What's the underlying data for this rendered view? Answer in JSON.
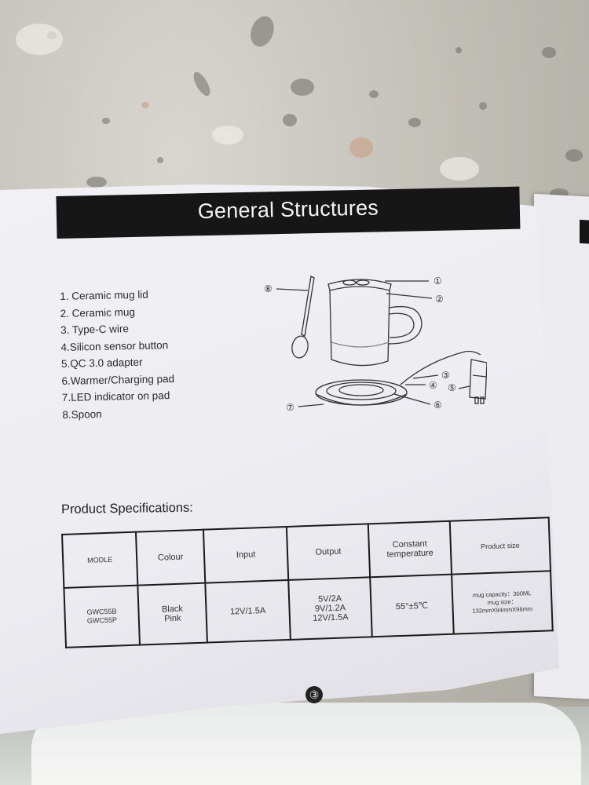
{
  "header": {
    "title": "General Structures"
  },
  "parts": [
    "1. Ceramic mug lid",
    "2. Ceramic mug",
    "3. Type-C wire",
    "4.Silicon sensor button",
    "5.QC 3.0 adapter",
    "6.Warmer/Charging pad",
    "7.LED indicator on pad",
    "8.Spoon"
  ],
  "diagram_callouts": [
    "①",
    "②",
    "③",
    "④",
    "⑤",
    "⑥",
    "⑦",
    "⑧"
  ],
  "specs": {
    "title": "Product Specifications:",
    "headers": [
      "MODLE",
      "Colour",
      "Input",
      "Output",
      "Constant temperature",
      "Product size"
    ],
    "row": {
      "model": [
        "GWC55B",
        "GWC55P"
      ],
      "colour": [
        "Black",
        "Pink"
      ],
      "input": "12V/1.5A",
      "output": [
        "5V/2A",
        "9V/1.2A",
        "12V/1.5A"
      ],
      "temperature": "55°±5℃",
      "size": [
        "mug capacity：300ML",
        "mug size：",
        "132mmX94mmX98mm"
      ]
    }
  },
  "page_number": "③"
}
